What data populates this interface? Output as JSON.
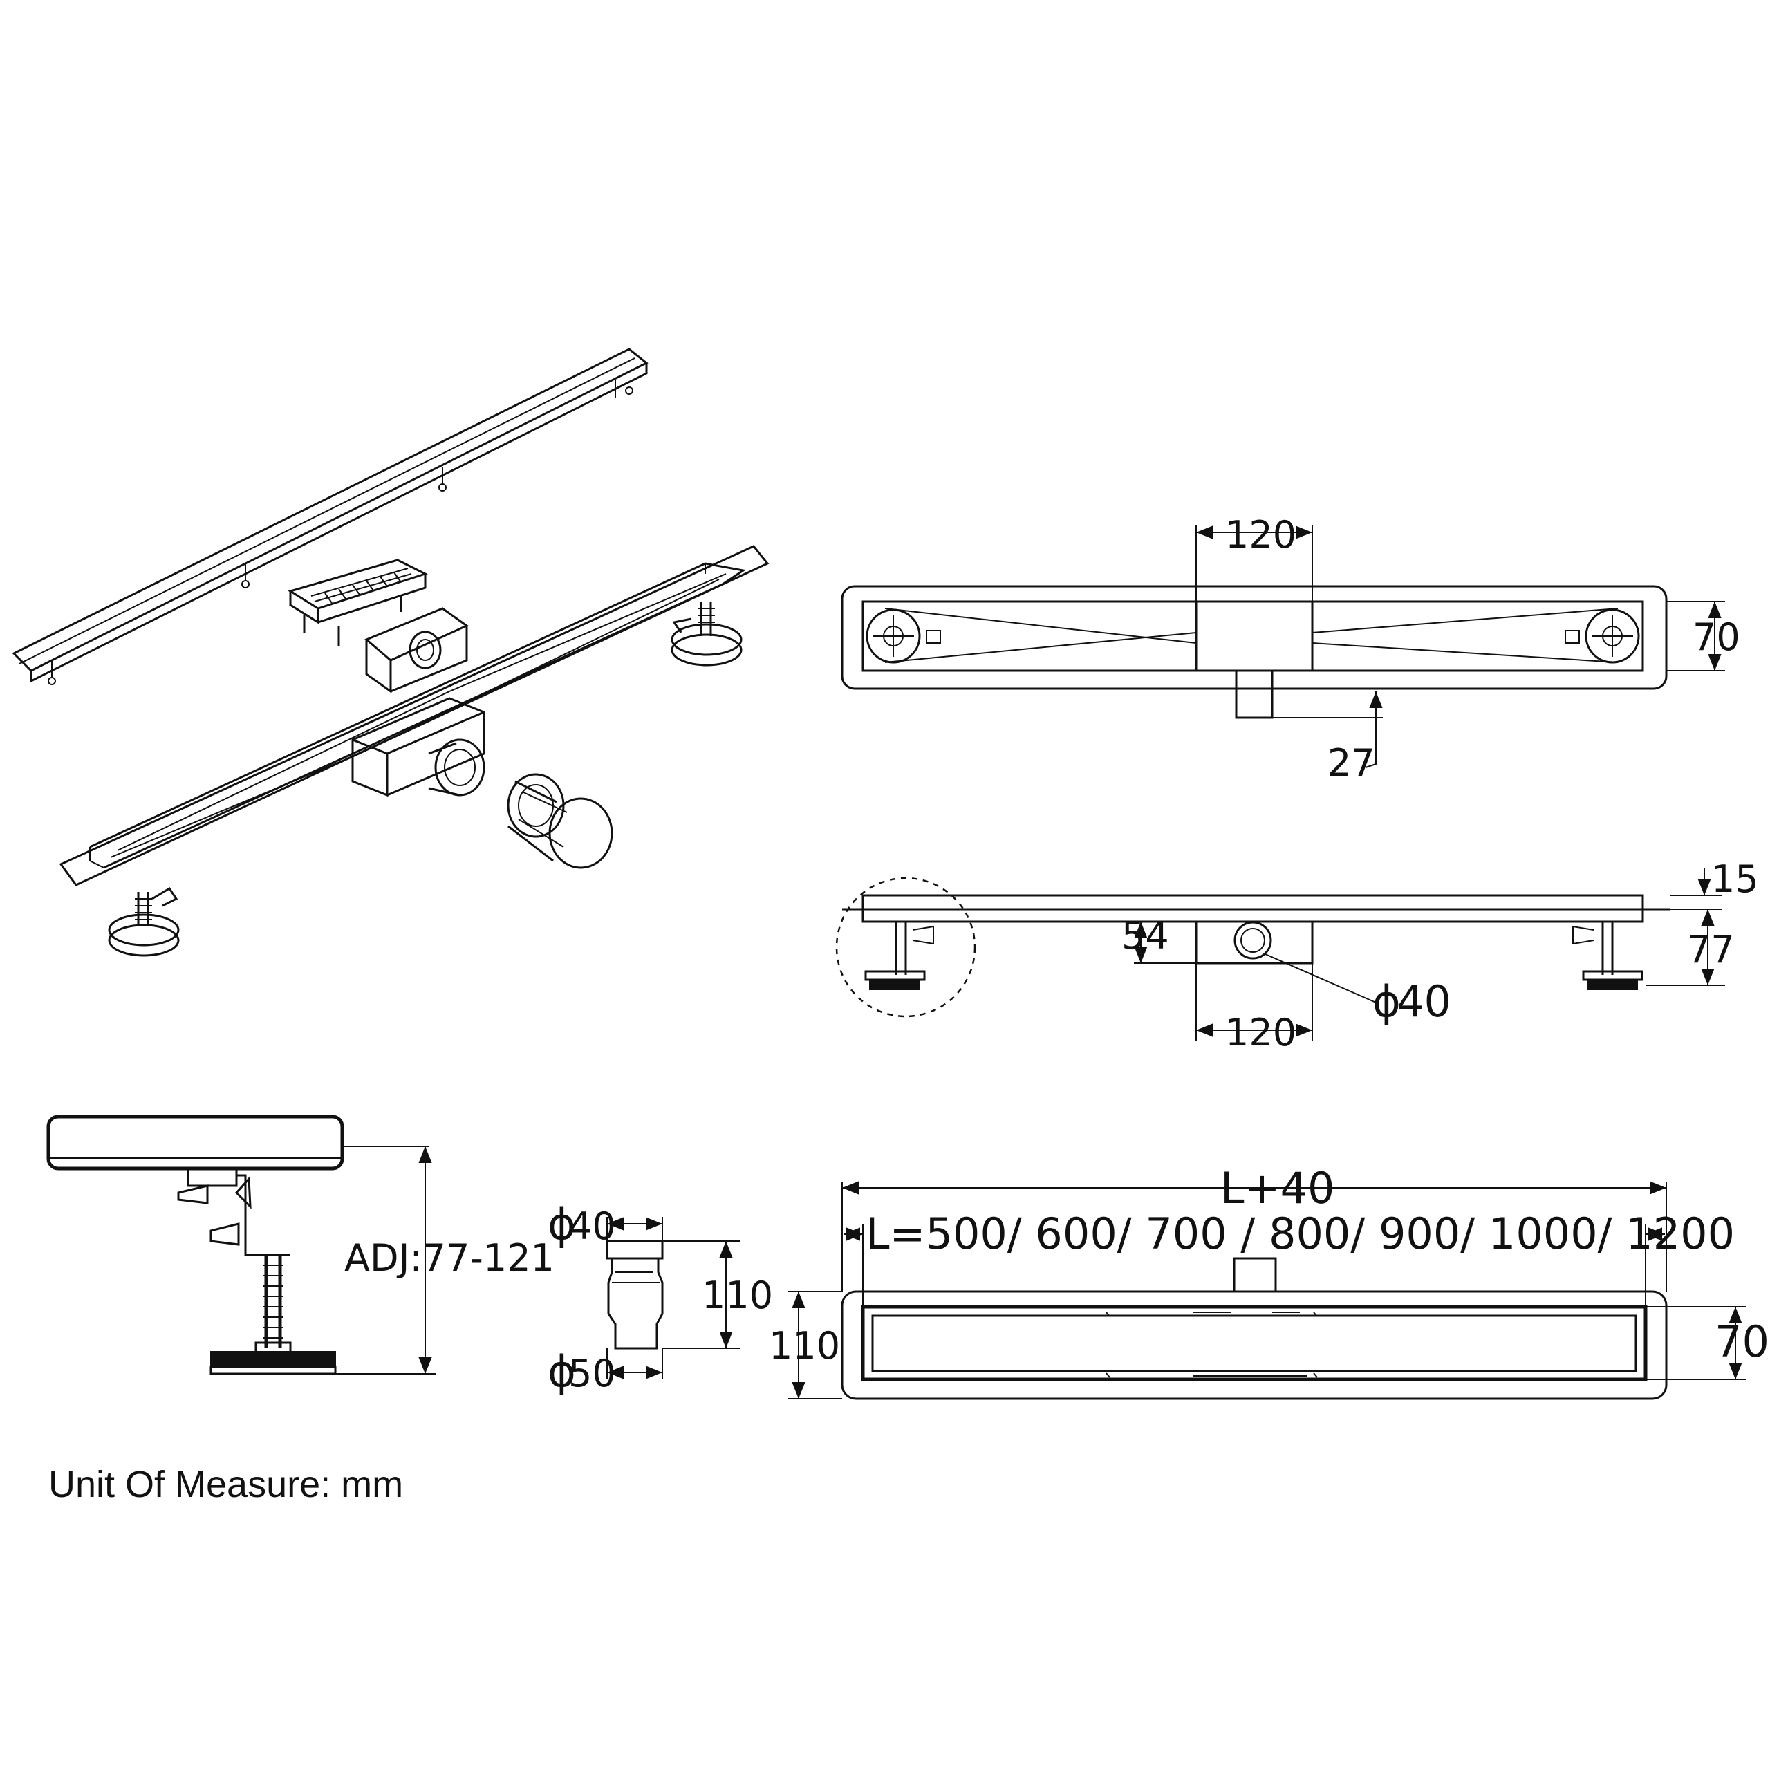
{
  "labels": {
    "top_width": "120",
    "top_height": "70",
    "outlet_offset": "27",
    "side_flange": "15",
    "side_height": "77",
    "side_body_height": "54",
    "side_outlet_diameter": "40",
    "side_width": "120",
    "adjust_range": "ADJ:77-121",
    "pipe_top_diameter": "40",
    "pipe_height": "110",
    "pipe_bottom_diameter": "50",
    "front_total_length": "L+40",
    "front_lengths": "L=500/ 600/ 700 / 800/ 900/ 1000/ 1200",
    "front_height": "110",
    "front_inner_height": "70",
    "unit_of_measure": "Unit Of Measure: mm"
  },
  "phi_symbol": "ϕ",
  "colors": {
    "line": "#111111",
    "background": "#ffffff"
  },
  "icons": [
    "arrow-icon"
  ]
}
